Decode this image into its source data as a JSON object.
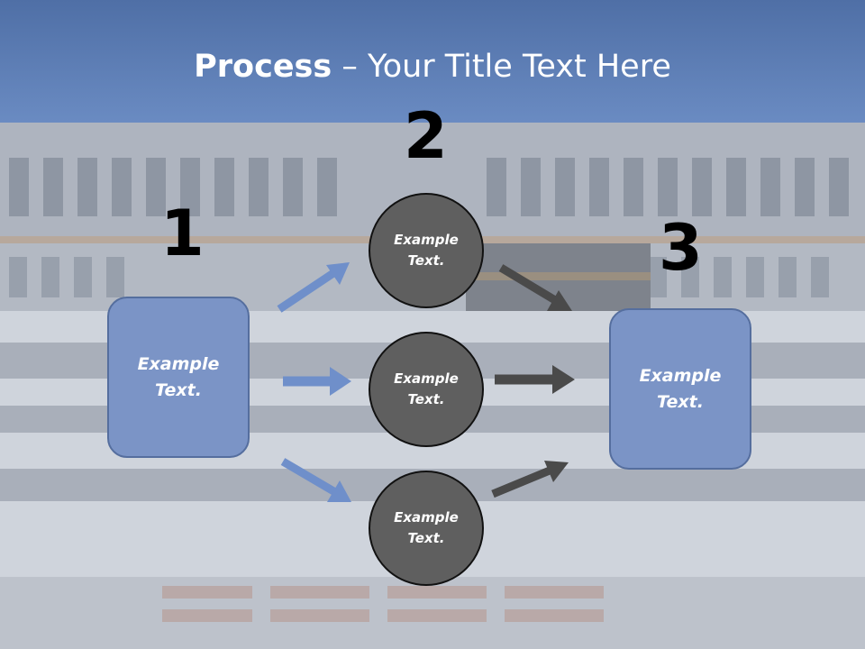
{
  "slide": {
    "title_bold": "Process",
    "title_rest": " – Your Title Text Here",
    "background_photo": "crowd-plaza-photo"
  },
  "steps": {
    "step1": {
      "number": "1",
      "text": "Example\nText."
    },
    "step2": {
      "number": "2",
      "items": [
        {
          "text": "Example\nText."
        },
        {
          "text": "Example\nText."
        },
        {
          "text": "Example\nText."
        }
      ]
    },
    "step3": {
      "number": "3",
      "text": "Example\nText."
    }
  },
  "colors": {
    "title_bar": "#5b7bb4",
    "box_fill": "#7b94c6",
    "circle_fill": "#5f5f5f",
    "arrow_blue": "#6f8fca",
    "arrow_gray": "#4a4a4a"
  }
}
